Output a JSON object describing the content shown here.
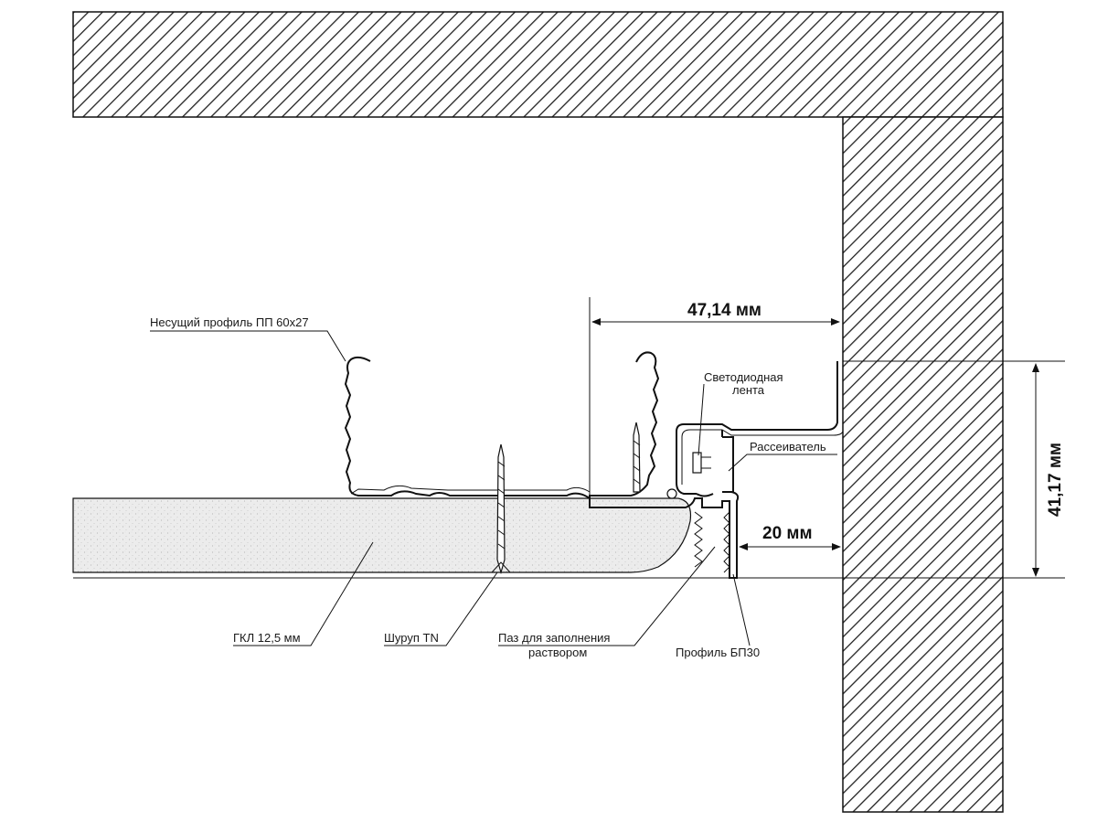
{
  "dimensions": {
    "width_label": "47,14 мм",
    "height_label": "41,17 мм",
    "gap_label": "20 мм"
  },
  "labels": {
    "main_profile": "Несущий профиль ПП 60х27",
    "led_strip_line1": "Светодиодная",
    "led_strip_line2": "лента",
    "diffuser": "Рассеиватель",
    "drywall": "ГКЛ 12,5 мм",
    "screw": "Шуруп TN",
    "groove_line1": "Паз для заполнения",
    "groove_line2": "раствором",
    "profile_bp": "Профиль БП30"
  },
  "colors": {
    "hatch": "#222222",
    "drywall_fill": "#ececec",
    "line": "#111111"
  }
}
